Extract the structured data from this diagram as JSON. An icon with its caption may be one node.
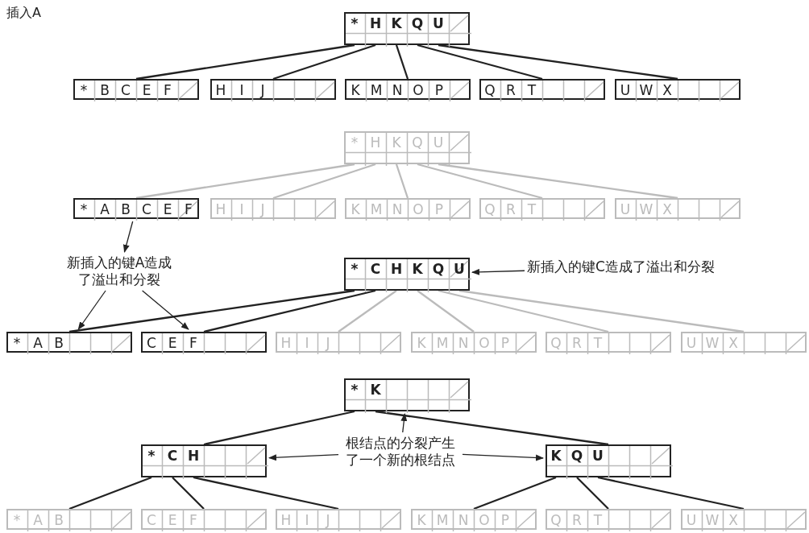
{
  "diagram": {
    "nodes": [
      {
        "text": [
          "*",
          "H",
          "K",
          "Q",
          "U"
        ]
      },
      {
        "text": [
          "*",
          "B",
          "C",
          "E",
          "F"
        ]
      },
      {
        "text": [
          "H",
          "I",
          "J"
        ]
      },
      {
        "text": [
          "K",
          "M",
          "N",
          "O",
          "P"
        ]
      },
      {
        "text": [
          "Q",
          "R",
          "T"
        ]
      },
      {
        "text": [
          "U",
          "W",
          "X"
        ]
      },
      {
        "text": [
          "*",
          "H",
          "K",
          "Q",
          "U"
        ]
      },
      {
        "text": [
          "*",
          "A",
          "B",
          "C",
          "E",
          "F"
        ]
      },
      {
        "text": [
          "H",
          "I",
          "J"
        ]
      },
      {
        "text": [
          "K",
          "M",
          "N",
          "O",
          "P"
        ]
      },
      {
        "text": [
          "Q",
          "R",
          "T"
        ]
      },
      {
        "text": [
          "U",
          "W",
          "X"
        ]
      },
      {
        "text": [
          "新插入的键A造成了溢出和分裂"
        ]
      },
      {
        "text": [
          "*",
          "C",
          "H",
          "K",
          "Q",
          "U"
        ]
      },
      {
        "text": [
          "新插入的键C造成了溢出和分裂"
        ]
      },
      {
        "text": [
          "*",
          "A",
          "B"
        ]
      },
      {
        "text": [
          "C",
          "E",
          "F"
        ]
      },
      {
        "text": [
          "H",
          "I",
          "J"
        ]
      },
      {
        "text": [
          "K",
          "M",
          "N",
          "O",
          "P"
        ]
      },
      {
        "text": [
          "Q",
          "R",
          "T"
        ]
      },
      {
        "text": [
          "U",
          "W",
          "X"
        ]
      },
      {
        "text": [
          "*",
          "K"
        ]
      },
      {
        "text": [
          "*",
          "C",
          "H"
        ]
      },
      {
        "text": [
          "根结点的分裂产生了一个新的根结点"
        ]
      },
      {
        "text": [
          "K",
          "Q",
          "U"
        ]
      },
      {
        "text": [
          "*",
          "A",
          "B"
        ]
      },
      {
        "text": [
          "C",
          "E",
          "F"
        ]
      },
      {
        "text": [
          "H",
          "I",
          "J"
        ]
      },
      {
        "text": [
          "K",
          "M",
          "N",
          "O",
          "P"
        ]
      },
      {
        "text": [
          "Q",
          "R",
          "T"
        ]
      },
      {
        "text": [
          "U",
          "W",
          "X"
        ]
      }
    ],
    "edges": [
      {
        "from": 0,
        "to": 1,
        "arrow": "none"
      },
      {
        "from": 0,
        "to": 2,
        "arrow": "none"
      },
      {
        "from": 0,
        "to": 3,
        "arrow": "none"
      },
      {
        "from": 0,
        "to": 4,
        "arrow": "none"
      },
      {
        "from": 0,
        "to": 5,
        "arrow": "none"
      },
      {
        "from": 6,
        "to": 7,
        "arrow": "none",
        "color": "#bbbbbb"
      },
      {
        "from": 6,
        "to": 8,
        "arrow": "none",
        "color": "#bbbbbb"
      },
      {
        "from": 6,
        "to": 9,
        "arrow": "none",
        "color": "#bbbbbb"
      },
      {
        "from": 6,
        "to": 10,
        "arrow": "none",
        "color": "#bbbbbb"
      },
      {
        "from": 6,
        "to": 11,
        "arrow": "none",
        "color": "#bbbbbb"
      },
      {
        "from": 7,
        "to": 12,
        "arrow": "to"
      },
      {
        "from": 12,
        "to": 15,
        "arrow": "to"
      },
      {
        "from": 12,
        "to": 16,
        "arrow": "to"
      },
      {
        "from": 14,
        "to": 13,
        "arrow": "to"
      },
      {
        "from": 13,
        "to": 15,
        "arrow": "none"
      },
      {
        "from": 13,
        "to": 16,
        "arrow": "none"
      },
      {
        "from": 13,
        "to": 17,
        "arrow": "none",
        "color": "#bbbbbb"
      },
      {
        "from": 13,
        "to": 18,
        "arrow": "none",
        "color": "#bbbbbb"
      },
      {
        "from": 13,
        "to": 19,
        "arrow": "none",
        "color": "#bbbbbb"
      },
      {
        "from": 13,
        "to": 20,
        "arrow": "none",
        "color": "#bbbbbb"
      },
      {
        "from": 23,
        "to": 21,
        "arrow": "to"
      },
      {
        "from": 23,
        "to": 22,
        "arrow": "to"
      },
      {
        "from": 23,
        "to": 24,
        "arrow": "to"
      },
      {
        "from": 21,
        "to": 22,
        "arrow": "none"
      },
      {
        "from": 21,
        "to": 24,
        "arrow": "none"
      },
      {
        "from": 22,
        "to": 25,
        "arrow": "none"
      },
      {
        "from": 22,
        "to": 26,
        "arrow": "none"
      },
      {
        "from": 22,
        "to": 27,
        "arrow": "none"
      },
      {
        "from": 24,
        "to": 28,
        "arrow": "none"
      },
      {
        "from": 24,
        "to": 29,
        "arrow": "none"
      },
      {
        "from": 24,
        "to": 30,
        "arrow": "none"
      }
    ],
    "labels": [
      "插入A"
    ]
  }
}
